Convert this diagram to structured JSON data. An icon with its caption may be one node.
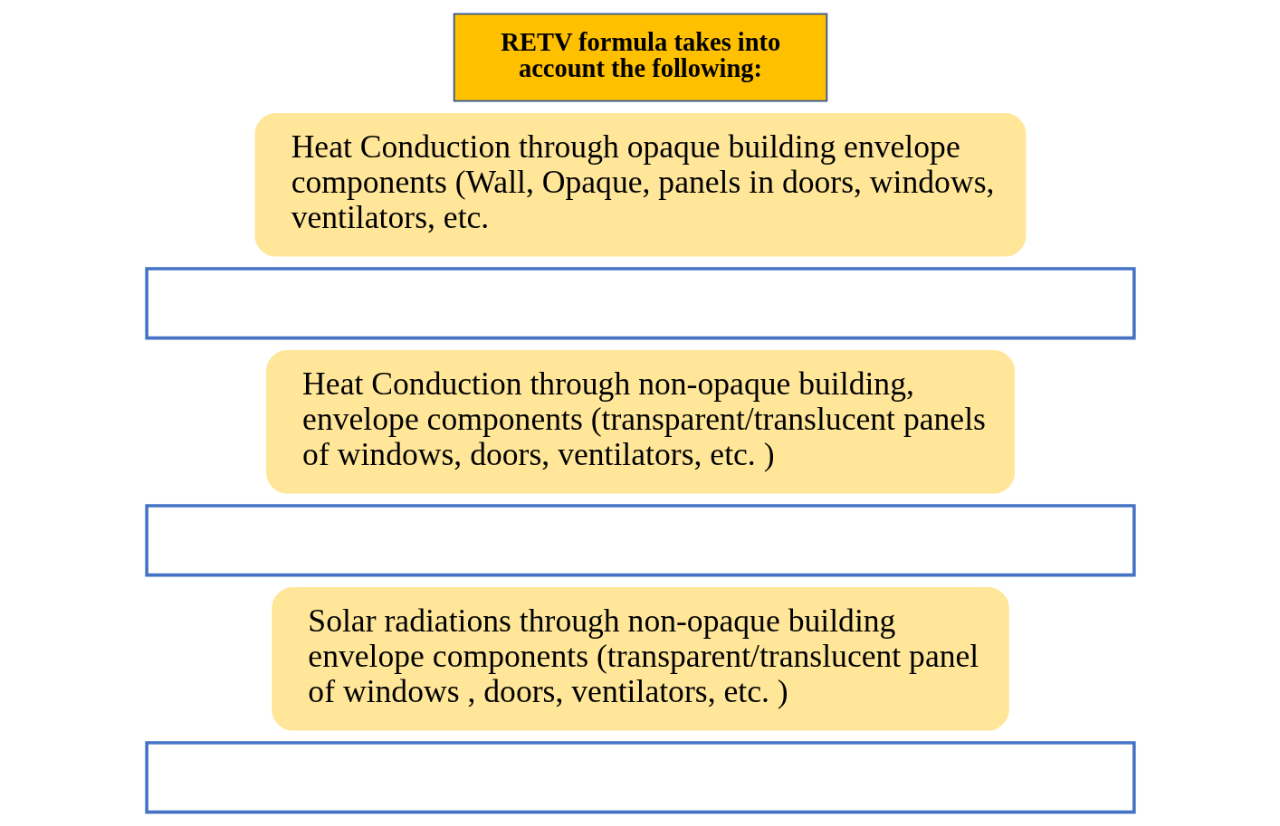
{
  "diagram": {
    "nodes": [
      {
        "text": [
          "RETV formula takes into account the following:"
        ]
      },
      {
        "text": [
          "Heat Conduction through opaque building envelope components (Wall, Opaque, panels in doors, windows, ventilators, etc."
        ]
      },
      {
        "text": [],
        "shape": "box"
      },
      {
        "text": [
          "Heat Conduction through non-opaque building, envelope components (transparent/translucent panels of windows, doors, ventilators, etc. )"
        ]
      },
      {
        "text": [],
        "shape": "box"
      },
      {
        "text": [
          "Solar radiations through non-opaque building envelope components (transparent/translucent panel of windows , doors, ventilators, etc. )"
        ]
      },
      {
        "text": [],
        "shape": "box"
      }
    ],
    "edges": []
  }
}
